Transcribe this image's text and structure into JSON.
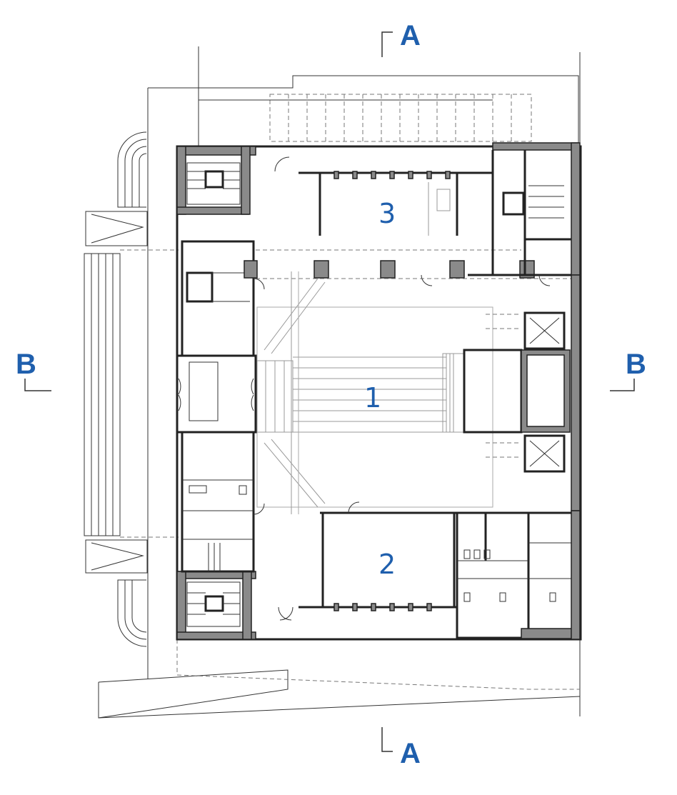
{
  "section_marks": {
    "a_top": "A",
    "a_bottom": "A",
    "b_left": "B",
    "b_right": "B"
  },
  "rooms": {
    "room_1": "1",
    "room_2": "2",
    "room_3": "3"
  },
  "colors": {
    "label_blue": "#1f5fad",
    "wall_fill": "#8a8a8a",
    "line": "#222222"
  }
}
